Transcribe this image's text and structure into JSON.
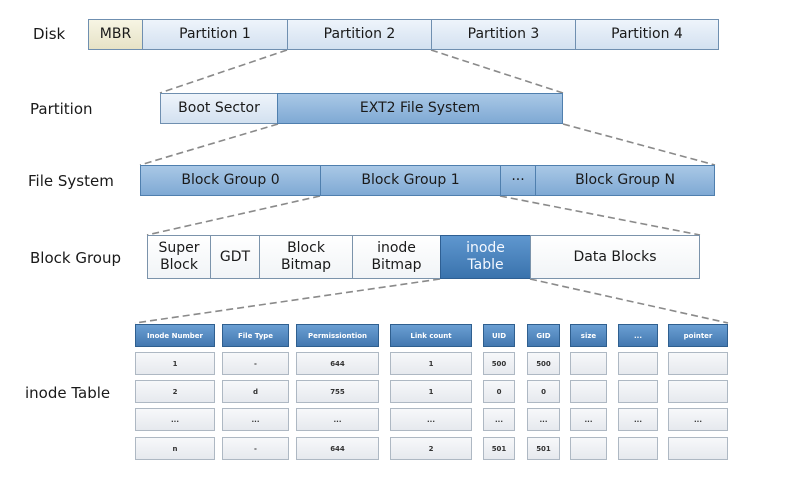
{
  "labels": {
    "disk": "Disk",
    "partition": "Partition",
    "file_system": "File System",
    "block_group": "Block Group",
    "inode_table": "inode Table"
  },
  "disk": {
    "mbr": "MBR",
    "partitions": [
      "Partition 1",
      "Partition 2",
      "Partition 3",
      "Partition 4"
    ]
  },
  "partition": {
    "boot_sector": "Boot Sector",
    "fs": "EXT2 File System"
  },
  "file_system": {
    "group0": "Block Group 0",
    "group1": "Block Group 1",
    "ellipsis": "···",
    "groupN": "Block Group N"
  },
  "block_group": {
    "super_block": [
      "Super",
      "Block"
    ],
    "gdt": "GDT",
    "block_bitmap": [
      "Block",
      "Bitmap"
    ],
    "inode_bitmap": [
      "inode",
      "Bitmap"
    ],
    "inode_table": [
      "inode",
      "Table"
    ],
    "data_blocks": "Data Blocks"
  },
  "table": {
    "headers": [
      "Inode Number",
      "File Type",
      "Permissiontion",
      "Link count",
      "UID",
      "GID",
      "size",
      "...",
      "pointer"
    ],
    "rows": [
      [
        "1",
        "-",
        "644",
        "1",
        "500",
        "500",
        "",
        "",
        ""
      ],
      [
        "2",
        "d",
        "755",
        "1",
        "0",
        "0",
        "",
        "",
        ""
      ],
      [
        "...",
        "...",
        "...",
        "...",
        "...",
        "...",
        "...",
        "...",
        "..."
      ],
      [
        "n",
        "-",
        "644",
        "2",
        "501",
        "501",
        "",
        "",
        ""
      ]
    ]
  }
}
